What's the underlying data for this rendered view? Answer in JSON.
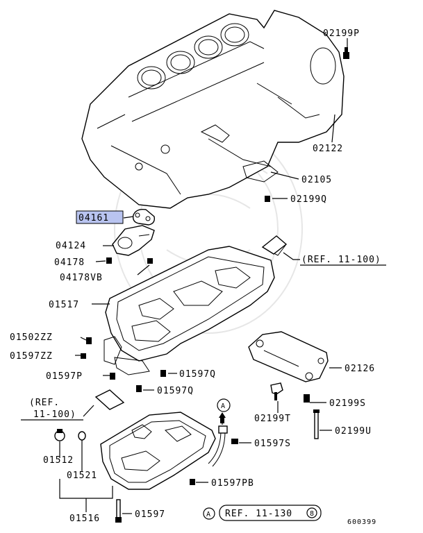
{
  "diagram_id": "600399",
  "labels": {
    "p02199P": "02199P",
    "p02122": "02122",
    "p02105": "02105",
    "p02199Q": "02199Q",
    "p04161": "04161",
    "p04124": "04124",
    "p04178": "04178",
    "p04178VB": "04178VB",
    "ref11_100_top": "(REF. 11-100)",
    "p01517": "01517",
    "p01502ZZ": "01502ZZ",
    "p01597ZZ": "01597ZZ",
    "p01597P": "01597P",
    "p01597Q_a": "01597Q",
    "p01597Q_b": "01597Q",
    "p02126": "02126",
    "ref_left_1": "(REF.",
    "ref_left_2": "11-100)",
    "p02199S": "02199S",
    "p02199T": "02199T",
    "p02199U": "02199U",
    "p01597S": "01597S",
    "p01512": "01512",
    "p01521": "01521",
    "p01597PB": "01597PB",
    "p01516": "01516",
    "p01597": "01597",
    "marker_a_top": "A",
    "marker_a_bottom": "A",
    "ref11_130": "REF. 11-130",
    "ref11_130_num": "8"
  },
  "colors": {
    "highlight": "#b9c4f0",
    "ink": "#000000"
  }
}
